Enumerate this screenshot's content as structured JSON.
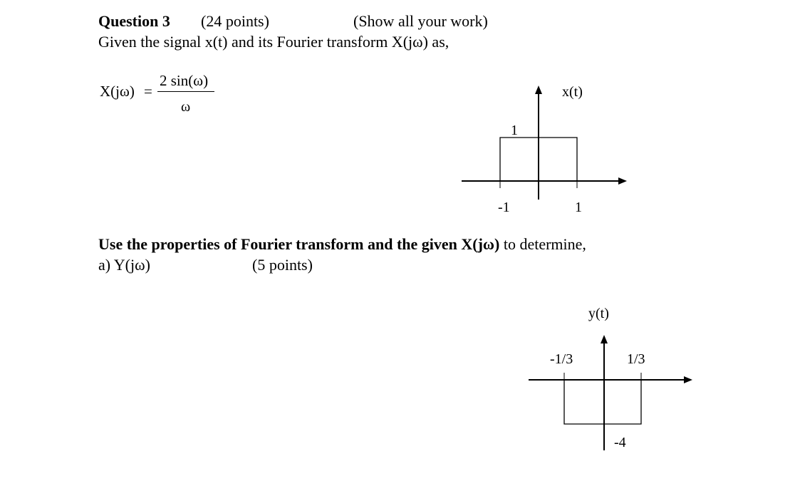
{
  "header": {
    "question": "Question 3",
    "points": "(24 points)",
    "instruction": "(Show all your work)"
  },
  "intro": "Given the signal x(t) and its Fourier transform X(jω) as,",
  "formula": {
    "lhs": "X(jω)",
    "equals": "=",
    "numerator": "2 sin(ω)",
    "denominator": "ω"
  },
  "graph_x": {
    "label": "x(t)",
    "amplitude_label": "1",
    "tick_left": "-1",
    "tick_right": "1",
    "pulse": {
      "t_start": -1,
      "t_end": 1,
      "amplitude": 1
    }
  },
  "prompt": {
    "bold": "Use the properties of Fourier transform and the given X(jω)",
    "rest": " to determine,"
  },
  "part_a": {
    "label": "a) Y(jω)",
    "points": "(5 points)"
  },
  "graph_y": {
    "label": "y(t)",
    "tick_left": "-1/3",
    "tick_right": "1/3",
    "amplitude_label": "-4",
    "pulse": {
      "t_start": -0.3333,
      "t_end": 0.3333,
      "amplitude": -4
    }
  }
}
